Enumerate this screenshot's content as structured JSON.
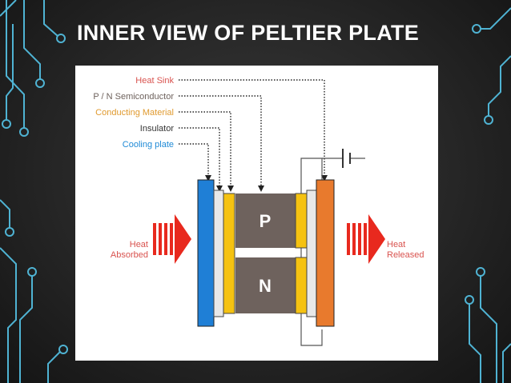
{
  "slide": {
    "title": "INNER VIEW OF PELTIER PLATE"
  },
  "diagram": {
    "labels": {
      "heat_sink": "Heat Sink",
      "semiconductor": "P / N Semiconductor",
      "conducting_material": "Conducting Material",
      "insulator": "Insulator",
      "cooling_plate": "Cooling plate"
    },
    "semiconductor_p": "P",
    "semiconductor_n": "N",
    "heat_absorbed": [
      "Heat",
      "Absorbed"
    ],
    "heat_released": [
      "Heat",
      "Released"
    ]
  },
  "colors": {
    "background": "#262626",
    "title": "#ffffff",
    "circuit_lines": "#4fb3d3",
    "heat_sink": "#e87a2d",
    "semiconductor": "#6e625d",
    "conducting_material": "#f5c211",
    "insulator": "#e8e8e8",
    "cooling_plate": "#1f7fd6",
    "heat_arrow": "#e8291e",
    "label_heat_sink": "#d9534f",
    "label_semiconductor": "#6e625d",
    "label_conducting": "#e09a2f",
    "label_insulator": "#333333",
    "label_cooling": "#1f8ad6"
  }
}
